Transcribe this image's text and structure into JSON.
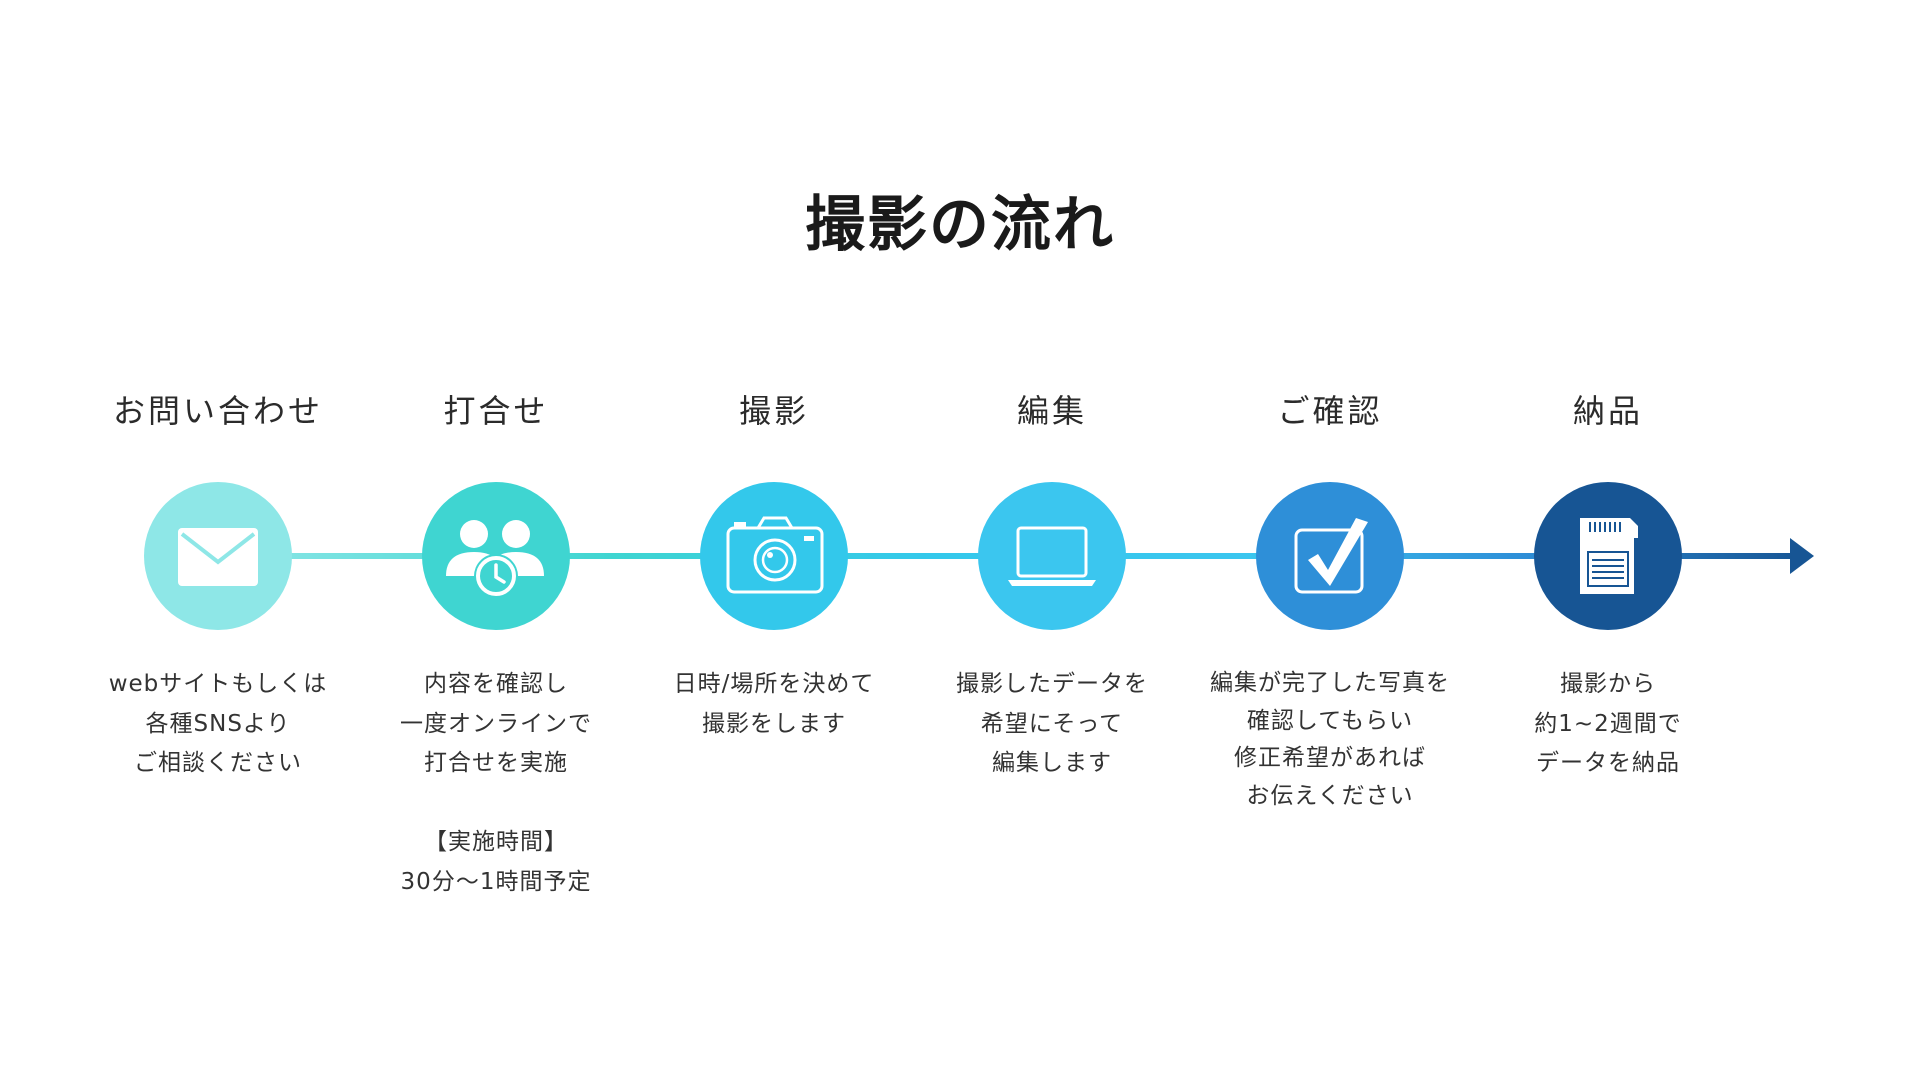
{
  "title": "撮影の流れ",
  "colors": {
    "step1": "#8ee7e7",
    "step2": "#3fd5d1",
    "step3": "#33c8eb",
    "step4": "#3bc6ef",
    "step5": "#2e8fd8",
    "step6": "#175594",
    "icon": "#ffffff"
  },
  "steps": [
    {
      "title": "お問い合わせ",
      "icon": "envelope-icon",
      "lines": [
        "webサイトもしくは",
        "各種SNSより",
        "ご相談ください"
      ]
    },
    {
      "title": "打合せ",
      "icon": "meeting-clock-icon",
      "lines": [
        "内容を確認し",
        "一度オンラインで",
        "打合せを実施"
      ],
      "extra_lines": [
        "【実施時間】",
        "30分〜1時間予定"
      ]
    },
    {
      "title": "撮影",
      "icon": "camera-icon",
      "lines": [
        "日時/場所を決めて",
        "撮影をします"
      ]
    },
    {
      "title": "編集",
      "icon": "laptop-icon",
      "lines": [
        "撮影したデータを",
        "希望にそって",
        "編集します"
      ]
    },
    {
      "title": "ご確認",
      "icon": "checkbox-icon",
      "lines": [
        "編集が完了した写真を",
        "確認してもらい",
        "修正希望があれば",
        "お伝えください"
      ]
    },
    {
      "title": "納品",
      "icon": "sd-card-icon",
      "lines": [
        "撮影から",
        "約1~2週間で",
        "データを納品"
      ]
    }
  ]
}
